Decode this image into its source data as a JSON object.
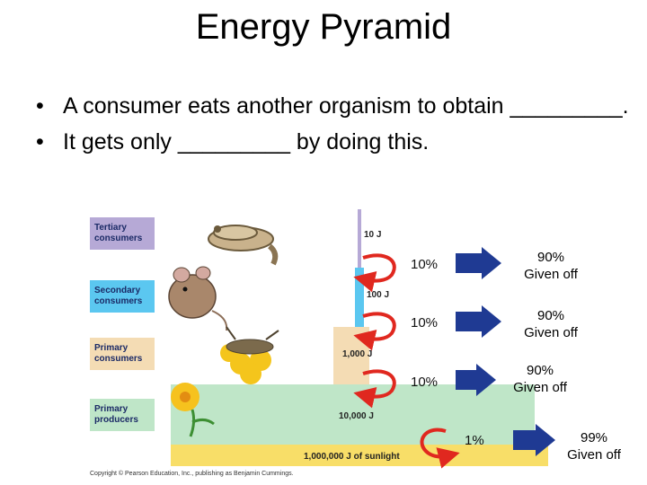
{
  "title": "Energy Pyramid",
  "bullets": [
    "A consumer eats another organism to obtain _________.",
    "It gets only _________ by doing this."
  ],
  "levels": [
    {
      "label_line1": "Tertiary",
      "label_line2": "consumers",
      "energy": "10 J",
      "color": "#b6a9d6"
    },
    {
      "label_line1": "Secondary",
      "label_line2": "consumers",
      "energy": "100 J",
      "color": "#5bc7f0"
    },
    {
      "label_line1": "Primary",
      "label_line2": "consumers",
      "energy": "1,000 J",
      "color": "#f4dcb4"
    },
    {
      "label_line1": "Primary",
      "label_line2": "producers",
      "energy": "10,000 J",
      "color": "#bfe6c8"
    }
  ],
  "sunlight": {
    "energy": "1,000,000 J of sunlight",
    "color": "#f8de68"
  },
  "transfers": [
    {
      "percent": "10%",
      "given_value": "90%",
      "given_text": "Given off"
    },
    {
      "percent": "10%",
      "given_value": "90%",
      "given_text": "Given off"
    },
    {
      "percent": "10%",
      "given_value": "90%",
      "given_text": "Given off"
    },
    {
      "percent": "1%",
      "given_value": "99%",
      "given_text": "Given off"
    }
  ],
  "illustrations": [
    "snake-image",
    "mouse-image",
    "grasshopper-image",
    "flower-image"
  ],
  "arrow_color": "#1f3a93",
  "curved_arrow_color": "#e0281f",
  "copyright": "Copyright © Pearson Education, Inc., publishing as Benjamin Cummings."
}
